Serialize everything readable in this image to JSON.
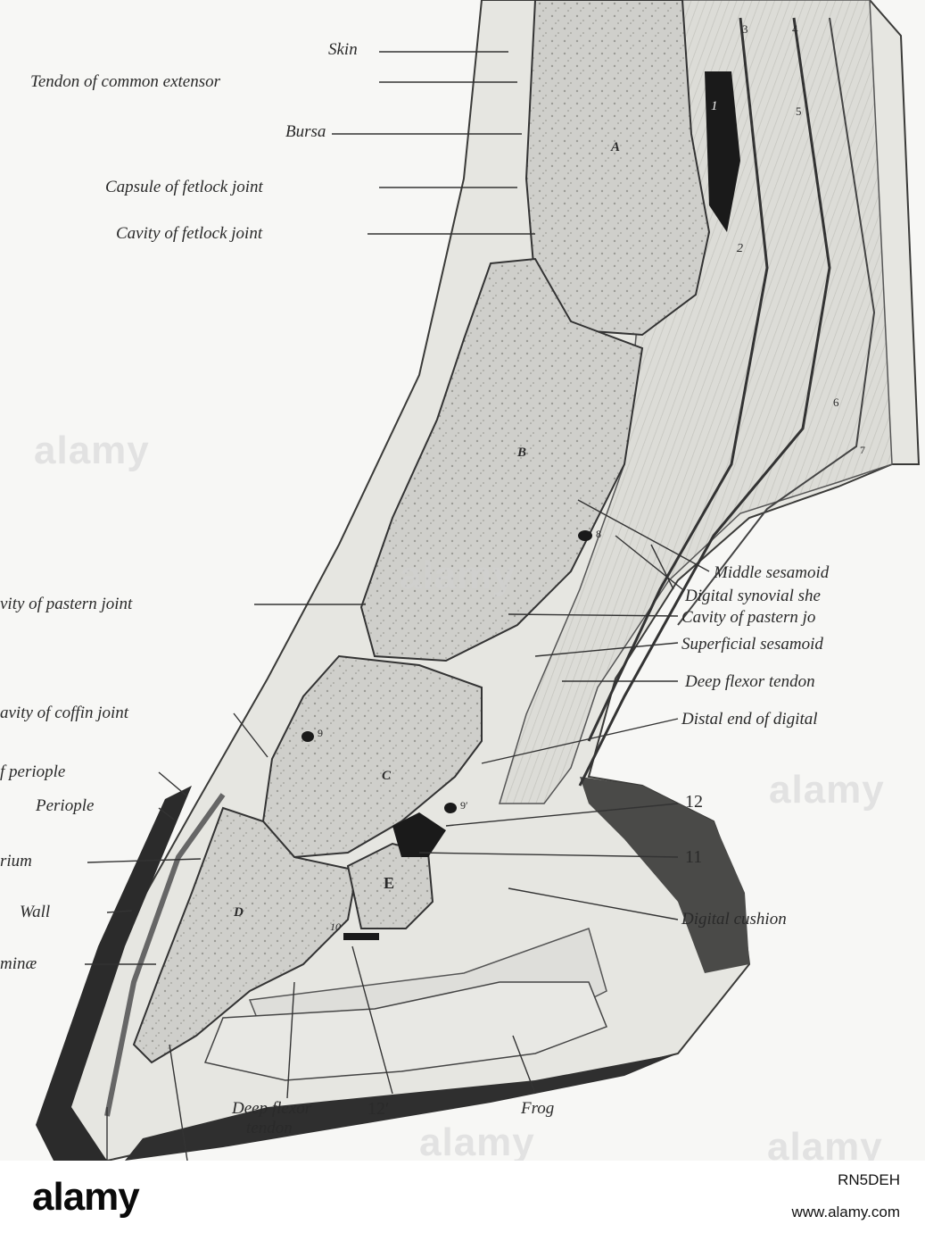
{
  "labels_left": {
    "skin": "Skin",
    "tendon_common_extensor": "Tendon of common extensor",
    "bursa": "Bursa",
    "capsule_fetlock": "Capsule of fetlock joint",
    "cavity_fetlock": "Cavity of fetlock joint",
    "cavity_pastern": "vity of pastern joint",
    "cavity_coffin": "avity of coffin joint",
    "f_periople": "f periople",
    "periople": "Periople",
    "rium": "rium",
    "wall": "Wall",
    "minae": "minæ"
  },
  "labels_right": {
    "middle_sesamoid": "Middle sesamoid",
    "digital_synovial_sheath": "Digital synovial she",
    "cavity_pastern_jo": "Cavity of pastern jo",
    "superficial_sesamoid": "Superficial sesamoid",
    "deep_flexor_tendon": "Deep flexor tendon",
    "distal_end_digital": "Distal end of digital",
    "num_12": "12",
    "num_11": "11",
    "digital_cushion": "Digital cushion"
  },
  "labels_bottom": {
    "deep_flexor_tendon_1": "Deep flexor",
    "deep_flexor_tendon_2": "tendon",
    "num_12_prime": "12′",
    "frog": "Frog"
  },
  "bone_letters": {
    "a": "A",
    "b": "B",
    "c": "C",
    "d": "D",
    "e": "E"
  },
  "structure_numbers": {
    "n1": "1",
    "n2": "2",
    "n3": "3",
    "n4": "4",
    "n5": "5",
    "n6": "6",
    "n7": "7",
    "n8": "8",
    "n9": "9",
    "n9p": "9′",
    "n10": "10"
  },
  "footer": {
    "brand": "alamy",
    "ref_code": "RN5DEH",
    "url": "www.alamy.com"
  },
  "watermark": "alamy"
}
